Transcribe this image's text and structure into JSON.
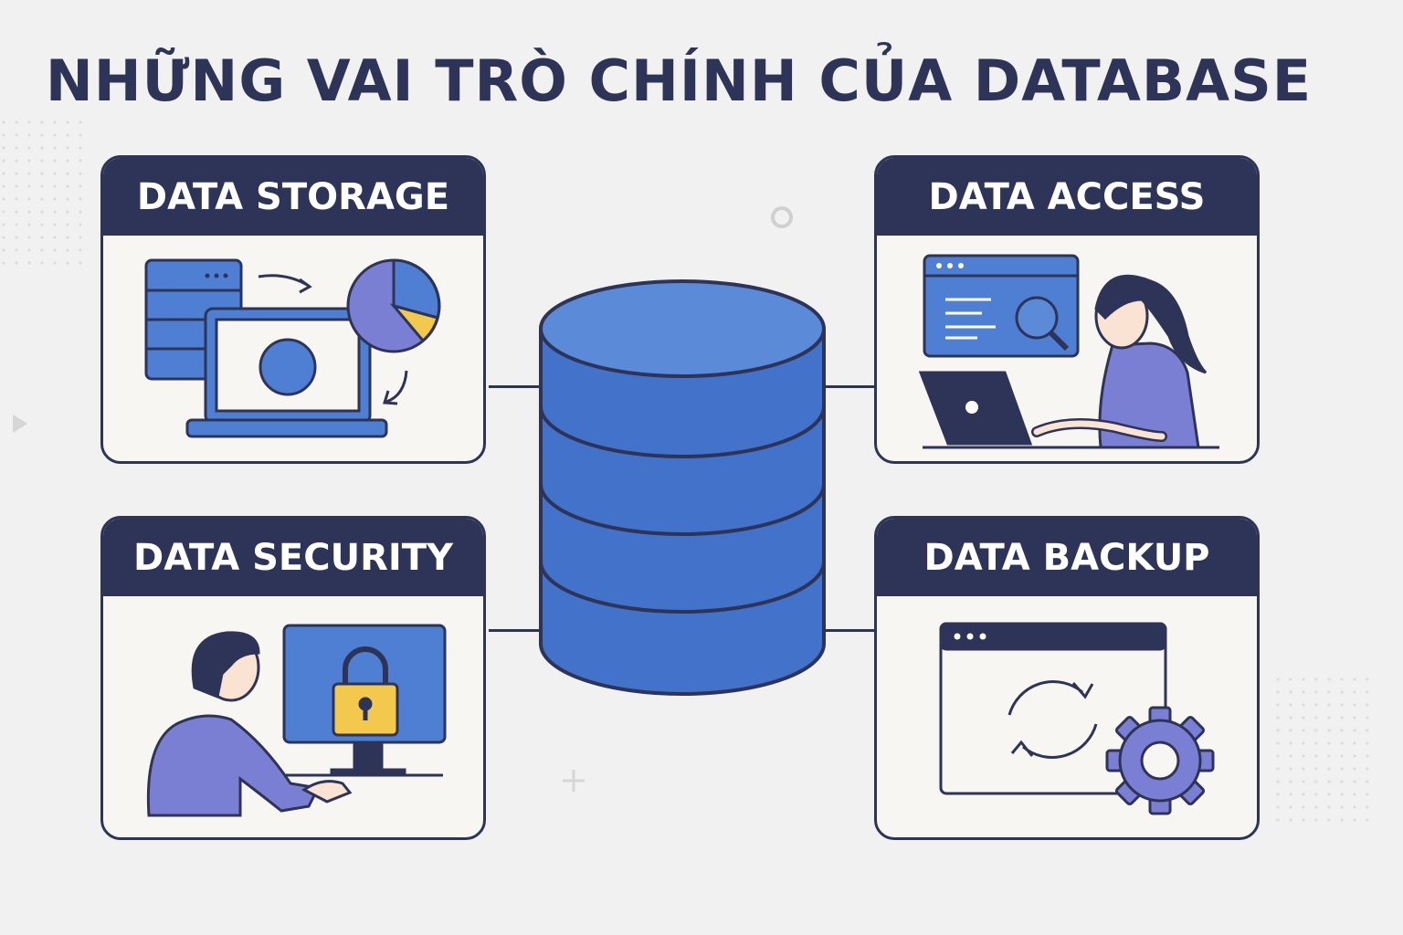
{
  "title": "NHỮNG VAI TRÒ CHÍNH CỦA DATABASE",
  "panels": {
    "storage": {
      "label": "DATA STORAGE",
      "icon": "server-laptop-pie-chart-icon"
    },
    "access": {
      "label": "DATA ACCESS",
      "icon": "person-laptop-search-icon"
    },
    "security": {
      "label": "DATA SECURITY",
      "icon": "person-monitor-lock-icon"
    },
    "backup": {
      "label": "DATA BACKUP",
      "icon": "window-sync-gear-icon"
    }
  },
  "colors": {
    "navy": "#2d3457",
    "blue": "#4272c9",
    "light_blue": "#5b8ad8",
    "purple": "#7b7fd4",
    "yellow": "#f2c94c",
    "background": "#f1f1f1"
  }
}
